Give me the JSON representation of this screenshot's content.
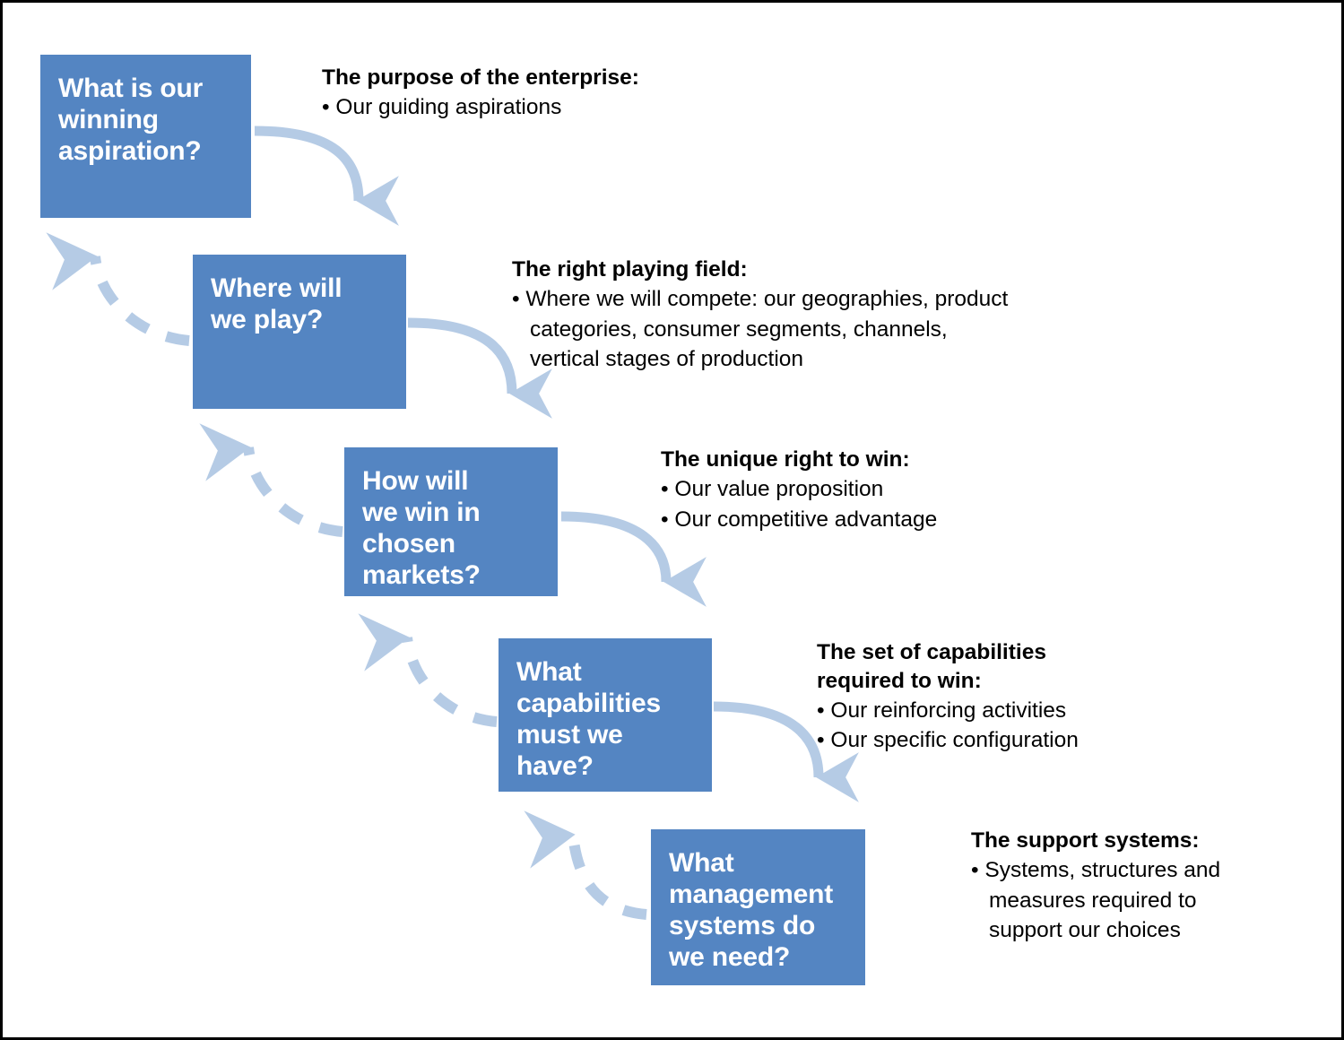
{
  "diagram": {
    "title": "Strategic Choice Cascade",
    "colors": {
      "box_fill": "#5485c2",
      "box_text": "#ffffff",
      "arrow_solid": "#b5cbe5",
      "arrow_dashed": "#b5cbe5",
      "note_text": "#000000",
      "frame_border": "#000000",
      "background": "#ffffff"
    },
    "boxes": [
      {
        "id": "winning-aspiration",
        "label": "What is our\nwinning\naspiration?"
      },
      {
        "id": "where-to-play",
        "label": "Where will\nwe play?"
      },
      {
        "id": "how-to-win",
        "label": "How will\nwe win in\nchosen\nmarkets?"
      },
      {
        "id": "capabilities",
        "label": "What\ncapabilities\nmust we have?"
      },
      {
        "id": "management-systems",
        "label": "What\nmanagement\nsystems do\nwe need?"
      }
    ],
    "notes": [
      {
        "id": "purpose",
        "title": "The purpose of the enterprise:",
        "bullets": [
          "Our guiding aspirations"
        ]
      },
      {
        "id": "playing-field",
        "title": "The right playing field:",
        "bullets": [
          "Where we will compete: our geographies, product categories, consumer segments, channels, vertical stages of production"
        ]
      },
      {
        "id": "right-to-win",
        "title": "The unique right to win:",
        "bullets": [
          "Our value proposition",
          "Our competitive advantage"
        ]
      },
      {
        "id": "capability-set",
        "title": "The set of capabilities\nrequired to win:",
        "bullets": [
          "Our reinforcing activities",
          "Our specific configuration"
        ]
      },
      {
        "id": "support-systems",
        "title": "The support systems:",
        "bullets": [
          "Systems, structures and measures required to support our choices"
        ]
      }
    ],
    "arrows": {
      "forward": [
        {
          "from": "winning-aspiration",
          "to": "where-to-play"
        },
        {
          "from": "where-to-play",
          "to": "how-to-win"
        },
        {
          "from": "how-to-win",
          "to": "capabilities"
        },
        {
          "from": "capabilities",
          "to": "management-systems"
        }
      ],
      "feedback": [
        {
          "from": "where-to-play",
          "to": "winning-aspiration"
        },
        {
          "from": "how-to-win",
          "to": "where-to-play"
        },
        {
          "from": "capabilities",
          "to": "how-to-win"
        },
        {
          "from": "management-systems",
          "to": "capabilities"
        }
      ]
    }
  }
}
